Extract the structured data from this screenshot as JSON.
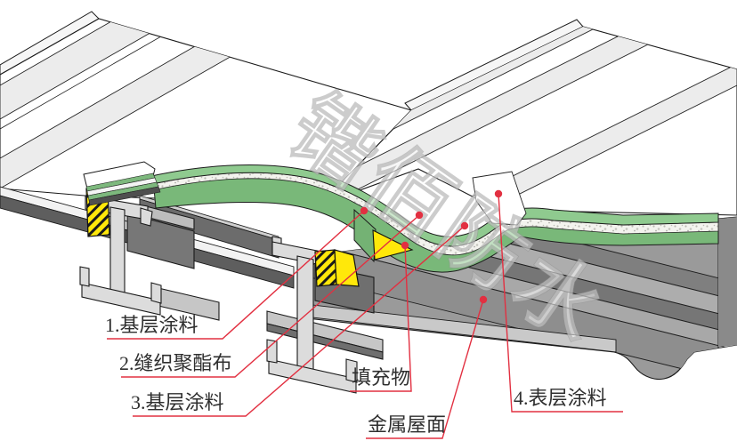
{
  "watermark": {
    "text": "锴佰防水"
  },
  "callouts": {
    "base_coat_1": {
      "label": "1.基层涂料"
    },
    "polyester_fabric": {
      "label": "2.缝织聚酯布"
    },
    "base_coat_3": {
      "label": "3.基层涂料"
    },
    "filler": {
      "label": "填充物"
    },
    "metal_roof": {
      "label": "金属屋面"
    },
    "top_coat": {
      "label": "4.表层涂料"
    }
  },
  "colors": {
    "callout_red": "#e23041",
    "coating_green_top": "#8fca8f",
    "coating_green_base": "#79b879",
    "filler_yellow": "#ffe80a",
    "steel_light": "#dcdcdc",
    "roof_gray": "#9a9a9a",
    "panel_white": "#ffffff",
    "panel_valley_gray": "#ececec"
  }
}
